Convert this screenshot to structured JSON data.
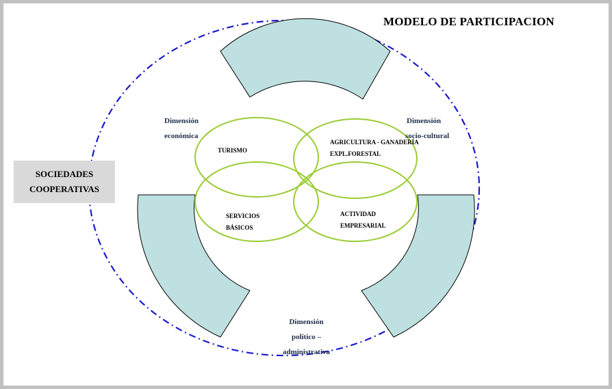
{
  "title": "MODELO DE PARTICIPACION",
  "sociedades": {
    "line1": "SOCIEDADES",
    "line2": "COOPERATIVAS"
  },
  "dimensions": {
    "economica": {
      "line1": "Dimensión",
      "line2": "económica"
    },
    "socio_cultural": {
      "line1": "Dimensión",
      "line2": "socio-cultural"
    },
    "politico": {
      "line1": "Dimensión",
      "line2": "político –",
      "line3": "administrativa"
    }
  },
  "circles": {
    "turismo": {
      "label": "TURISMO"
    },
    "agricultura": {
      "line1": "AGRICULTURA - GANADERÍA",
      "line2": "EXPL.FORESTAL"
    },
    "servicios": {
      "line1": "SERVICIOS",
      "line2": "BÁSICOS"
    },
    "actividad": {
      "line1": "ACTIVIDAD",
      "line2": "EMPRESARIAL"
    }
  },
  "colors": {
    "ellipse_dashdot": "#1a1acc",
    "circle_stroke": "#99cc33",
    "segment_fill": "#bfe0e0",
    "frame": "#c0c0c0",
    "label_box": "#d9d9d9"
  }
}
